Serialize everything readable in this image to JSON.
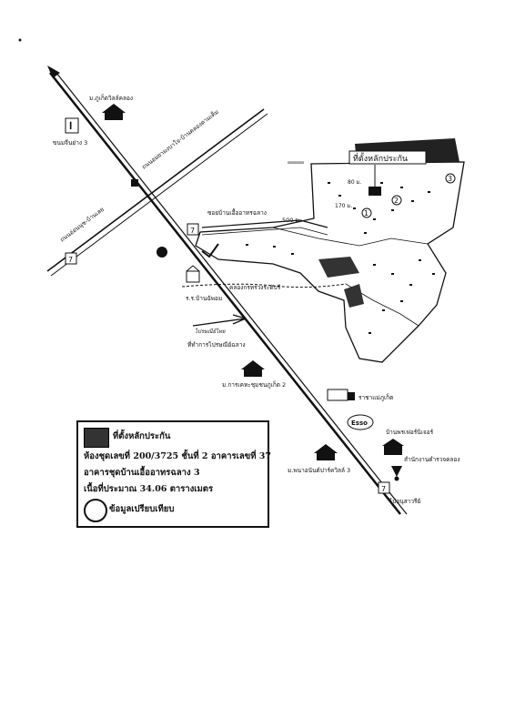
{
  "map": {
    "roads": {
      "main_road_upper_left": "ถนนอ่อนนุช-บ้านเลย",
      "main_road_upper_right": "ถนนอมยามงบาใจ-บ้านคลองตามเต็ม",
      "soi_to_project": "ซอยบ้านเอื้ออาทรฉลาง",
      "distance_label": "500 ม.",
      "canal_label": "คลองกรทรวงระดับรี"
    },
    "landmarks": {
      "village_top": "ม.ภูเก็ตวิลล์คลอง",
      "market": "ขนมจีนย่าง 3",
      "school": "ร.ร.บ้านฉัพอม",
      "post_office_logo": "ไปรษณีย์ไทย",
      "post_office": "ที่ทำการไปรษณีย์ฉลาง",
      "village_mid": "ม.การเคหะชุมชนภูเก็ต 2",
      "fire_station": "ราชาแม่ภูเก็ต",
      "esso": "Esso",
      "house_right": "บ้านพรเฟอร์นิเจอร์",
      "police": "สำนักงานตำรวจคลอง",
      "village_bottom": "ม.พนาอนันต์ปาร์ควิลล์ 3",
      "to_city": "ไปอนุสาวรีย์"
    },
    "plot": {
      "collateral_label": "ที่ตั้งหลักประกัน",
      "dim_1": "80 ม.",
      "dim_2": "170 ม.",
      "markers": [
        "1",
        "2",
        "3"
      ]
    },
    "grid_dots": "ออออออ"
  },
  "legend": {
    "title": "ที่ตั้งหลักประกัน",
    "line1": "ห้องชุดเลขที่ 200/3725 ชั้นที่ 2 อาคารเลขที่ 37",
    "line2": "อาคารชุดบ้านเอื้ออาทรฉลาง 3",
    "line3": "เนื้อที่ประมาณ 34.06 ตารางเมตร",
    "compare": "ข้อมูลเปรียบเทียบ"
  },
  "colors": {
    "ink": "#111111",
    "dark_fill": "#333333",
    "paper": "#ffffff"
  }
}
